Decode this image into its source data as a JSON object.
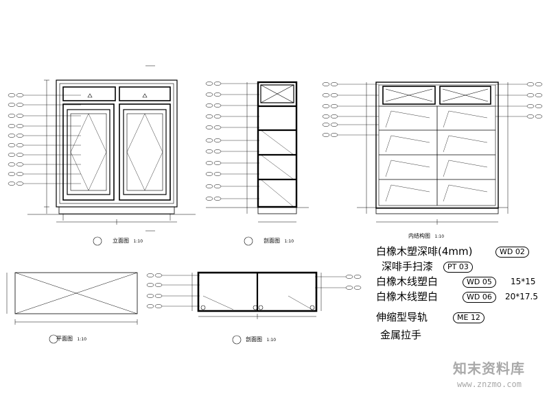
{
  "drawing": {
    "views": {
      "elevation": {
        "label": "立面图",
        "scale": "1:10"
      },
      "section": {
        "label": "剖面图",
        "scale": "1:10"
      },
      "interior": {
        "label": "内结构图",
        "scale": "1:10"
      },
      "plan": {
        "label": "平面图",
        "scale": "1:10"
      },
      "plan_section": {
        "label": "剖面图",
        "scale": "1:10"
      }
    },
    "legend": [
      {
        "text": "白橡木塑深啡(4mm)",
        "tag": "WD 02",
        "note": ""
      },
      {
        "text": "深啡手扫漆",
        "tag": "PT 03",
        "note": ""
      },
      {
        "text": "白橡木线塑白",
        "tag": "WD 05",
        "note": "15*15"
      },
      {
        "text": "白橡木线塑白",
        "tag": "WD 06",
        "note": "20*17.5"
      },
      {
        "text": "伸缩型导轨",
        "tag": "ME 12",
        "note": ""
      },
      {
        "text": "金属拉手",
        "tag": "",
        "note": ""
      }
    ],
    "watermark": {
      "title": "知末资料库",
      "url": "www.znzmo.com"
    }
  }
}
